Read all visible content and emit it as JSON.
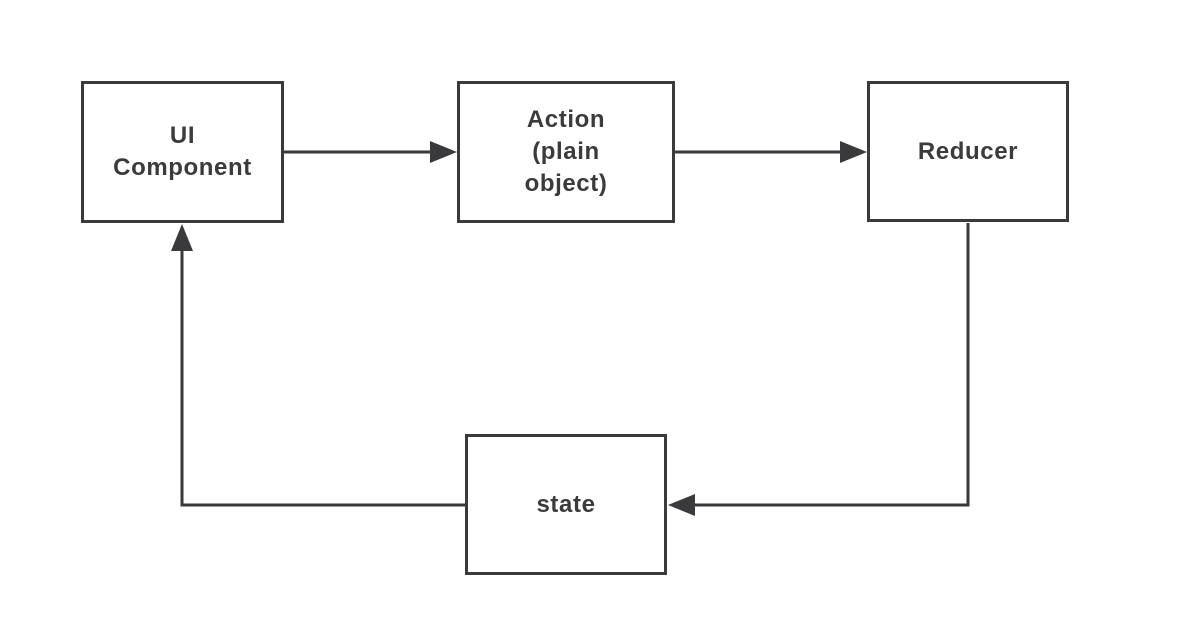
{
  "colors": {
    "line": "#3a3a3c",
    "text": "#3b3b3d",
    "background": "#ffffff"
  },
  "diagram": {
    "type": "flowchart",
    "nodes": {
      "ui_component": {
        "label": "UI Component",
        "lines": [
          "UI",
          "Component"
        ]
      },
      "action": {
        "label": "Action (plain object)",
        "lines": [
          "Action",
          "(plain",
          "object)"
        ]
      },
      "reducer": {
        "label": "Reducer",
        "lines": [
          "Reducer"
        ]
      },
      "state": {
        "label": "state",
        "lines": [
          "state"
        ]
      }
    },
    "edges": [
      {
        "from": "ui_component",
        "to": "action",
        "shape": "straight-right"
      },
      {
        "from": "action",
        "to": "reducer",
        "shape": "straight-right"
      },
      {
        "from": "reducer",
        "to": "state",
        "shape": "down-then-left"
      },
      {
        "from": "state",
        "to": "ui_component",
        "shape": "left-then-up"
      }
    ]
  }
}
